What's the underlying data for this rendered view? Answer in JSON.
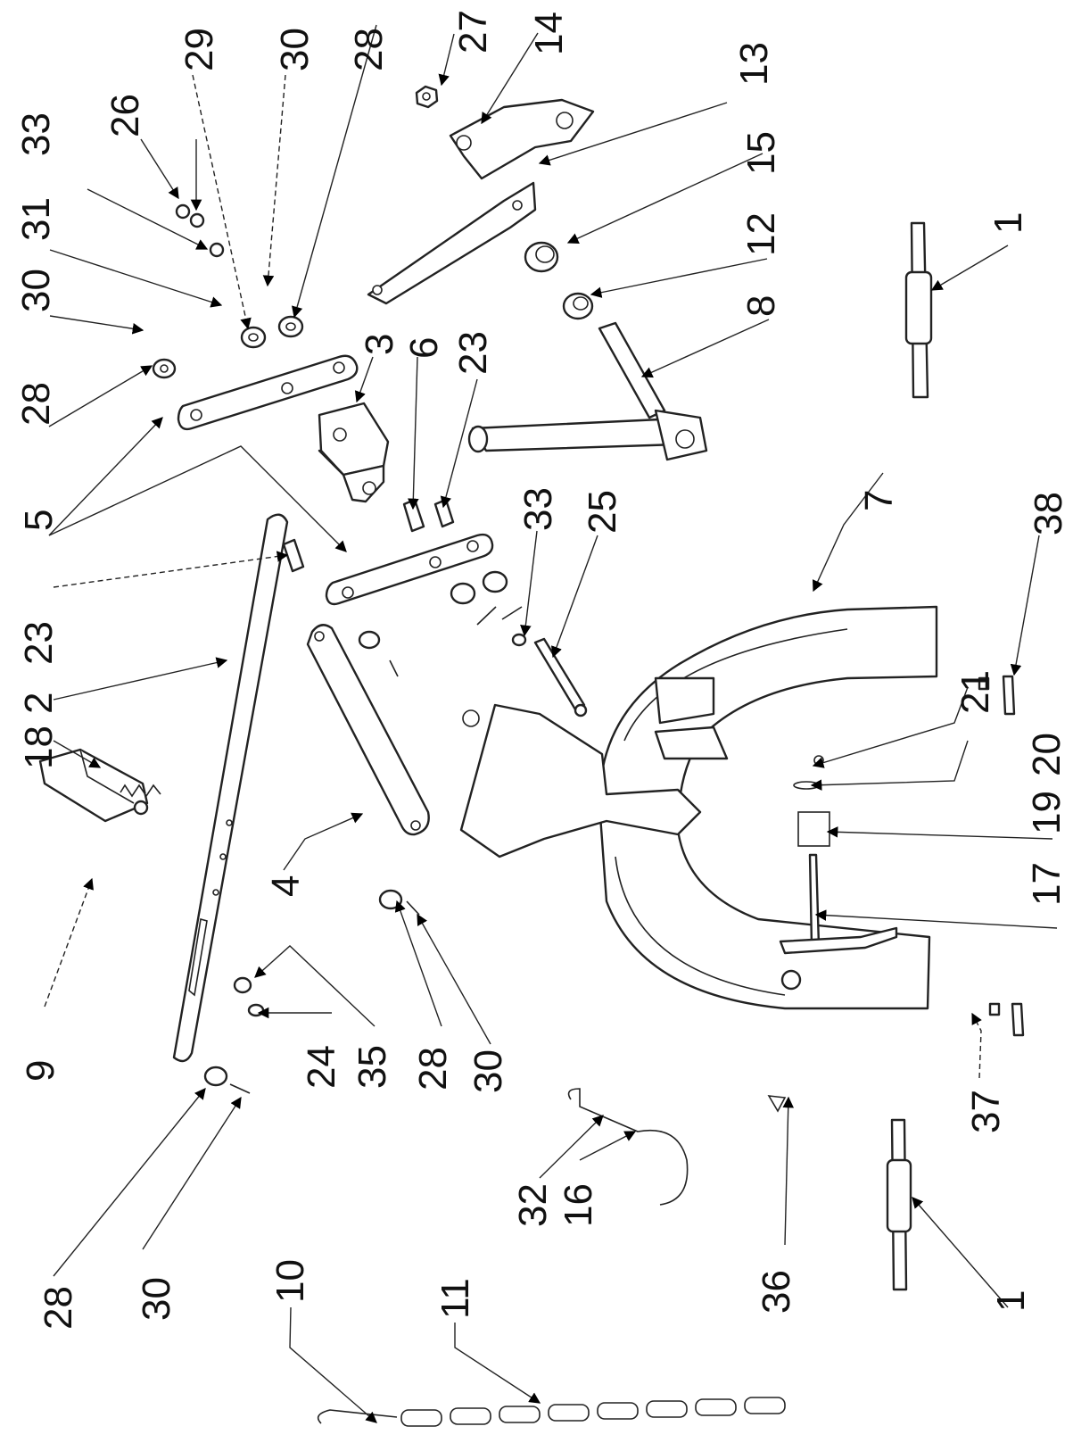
{
  "diagram": {
    "callouts": [
      {
        "id": "c27",
        "text": "27"
      },
      {
        "id": "c14",
        "text": "14"
      },
      {
        "id": "c13",
        "text": "13"
      },
      {
        "id": "c29",
        "text": "29"
      },
      {
        "id": "c30a",
        "text": "30"
      },
      {
        "id": "c28a",
        "text": "28"
      },
      {
        "id": "c26",
        "text": "26"
      },
      {
        "id": "c33a",
        "text": "33"
      },
      {
        "id": "c31",
        "text": "31"
      },
      {
        "id": "c30b",
        "text": "30"
      },
      {
        "id": "c28b",
        "text": "28"
      },
      {
        "id": "c15",
        "text": "15"
      },
      {
        "id": "c12",
        "text": "12"
      },
      {
        "id": "c8",
        "text": "8"
      },
      {
        "id": "c1a",
        "text": "1"
      },
      {
        "id": "c3",
        "text": "3"
      },
      {
        "id": "c6",
        "text": "6"
      },
      {
        "id": "c23a",
        "text": "23"
      },
      {
        "id": "c5",
        "text": "5"
      },
      {
        "id": "c33b",
        "text": "33"
      },
      {
        "id": "c25",
        "text": "25"
      },
      {
        "id": "c7",
        "text": "7"
      },
      {
        "id": "c38",
        "text": "38"
      },
      {
        "id": "c23b",
        "text": "23"
      },
      {
        "id": "c2",
        "text": "2"
      },
      {
        "id": "c18",
        "text": "18"
      },
      {
        "id": "c21",
        "text": "21"
      },
      {
        "id": "c20",
        "text": "20"
      },
      {
        "id": "c19",
        "text": "19"
      },
      {
        "id": "c17",
        "text": "17"
      },
      {
        "id": "c4",
        "text": "4"
      },
      {
        "id": "c9",
        "text": "9"
      },
      {
        "id": "c24",
        "text": "24"
      },
      {
        "id": "c35",
        "text": "35"
      },
      {
        "id": "c28c",
        "text": "28"
      },
      {
        "id": "c30c",
        "text": "30"
      },
      {
        "id": "c37",
        "text": "37"
      },
      {
        "id": "c28d",
        "text": "28"
      },
      {
        "id": "c30d",
        "text": "30"
      },
      {
        "id": "c32",
        "text": "32"
      },
      {
        "id": "c16",
        "text": "16"
      },
      {
        "id": "c36",
        "text": "36"
      },
      {
        "id": "c1b",
        "text": "1"
      },
      {
        "id": "c10",
        "text": "10"
      },
      {
        "id": "c11",
        "text": "11"
      }
    ]
  }
}
